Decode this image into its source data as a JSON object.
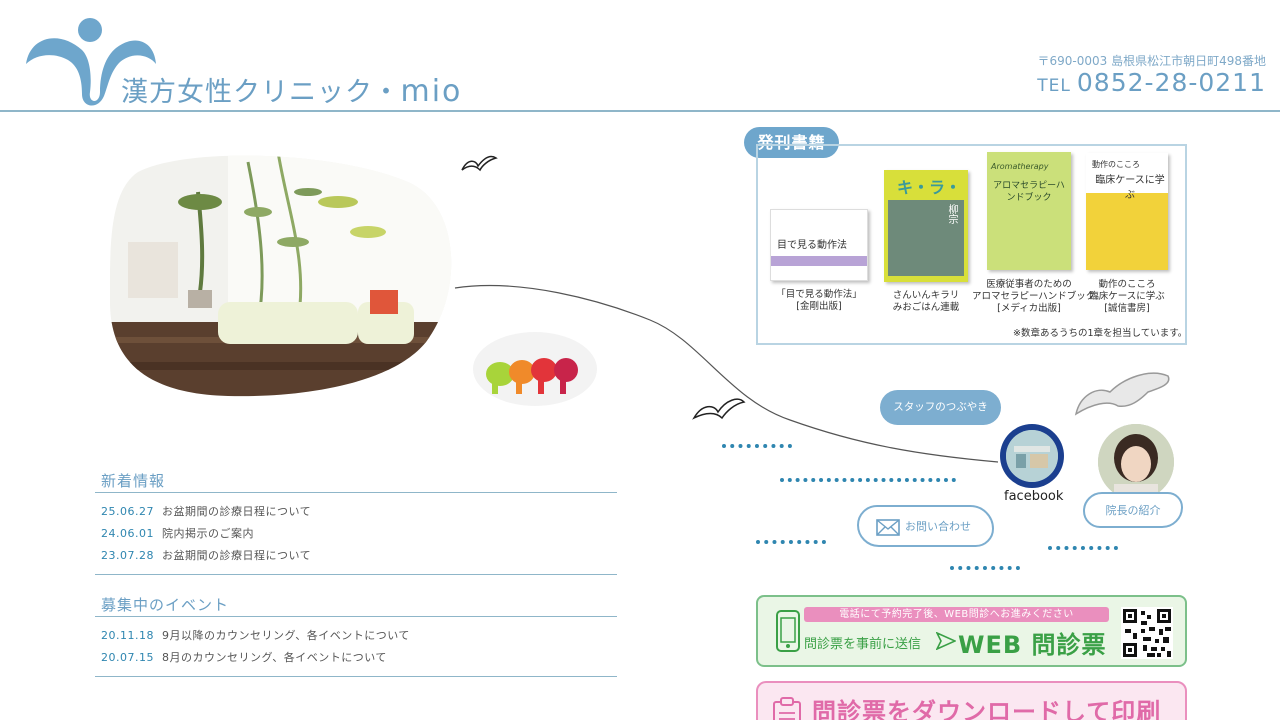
{
  "header": {
    "clinic_name": "漢方女性クリニック・",
    "clinic_name_latin": "mio",
    "address": "〒690-0003 島根県松江市朝日町498番地",
    "tel_label": "TEL",
    "tel_number": "0852-28-0211"
  },
  "publications": {
    "tag": "発刊書籍",
    "books": [
      {
        "cover_title": "目で見る動作法",
        "caption_lines": [
          "「目で見る動作法」",
          "[金剛出版]"
        ]
      },
      {
        "cover_title": "キ・ラ・リ",
        "cover_side": "柳宗",
        "caption_lines": [
          "さんいんキラリ",
          "みおごはん連載"
        ]
      },
      {
        "cover_title": "アロマセラピーハンドブック",
        "cover_latin": "Aromatherapy",
        "caption_lines": [
          "医療従事者のための",
          "アロマセラピーハンドブック",
          "[メディカ出版]"
        ]
      },
      {
        "cover_title": "臨床ケースに学ぶ",
        "cover_subtitle": "動作のこころ",
        "caption_lines": [
          "動作のこころ",
          "臨床ケースに学ぶ",
          "[誠信書房]"
        ]
      }
    ],
    "note": "※数章あるうちの1章を担当しています。"
  },
  "news": {
    "title": "新着情報",
    "items": [
      {
        "date": "25.06.27",
        "title": "お盆期間の診療日程について"
      },
      {
        "date": "24.06.01",
        "title": "院内掲示のご案内"
      },
      {
        "date": "23.07.28",
        "title": "お盆期間の診療日程について"
      }
    ]
  },
  "events": {
    "title": "募集中のイベント",
    "items": [
      {
        "date": "20.11.18",
        "title": "9月以降のカウンセリング、各イベントについて"
      },
      {
        "date": "20.07.15",
        "title": "8月のカウンセリング、各イベントについて"
      }
    ]
  },
  "links": {
    "staff": "スタッフのつぶやき",
    "facebook": "facebook",
    "director": "院長の紹介",
    "contact": "お問い合わせ"
  },
  "web_banner": {
    "notice": "電話にて予約完了後、WEB問診へお進みください",
    "send_text": "問診票を事前に送信",
    "title": "WEB 問診票",
    "icons": {
      "phone": "smartphone-icon",
      "arrow": "arrow-right-icon",
      "qr": "qr-code-icon"
    }
  },
  "download_banner": {
    "title": "問診票をダウンロードして印刷",
    "icon": "clipboard-icon"
  },
  "colors": {
    "brand_blue": "#6b9fc4",
    "rule": "#8fb6c9",
    "date_blue": "#2f86b0",
    "green": "#3aa046",
    "pink": "#e06aa8"
  }
}
